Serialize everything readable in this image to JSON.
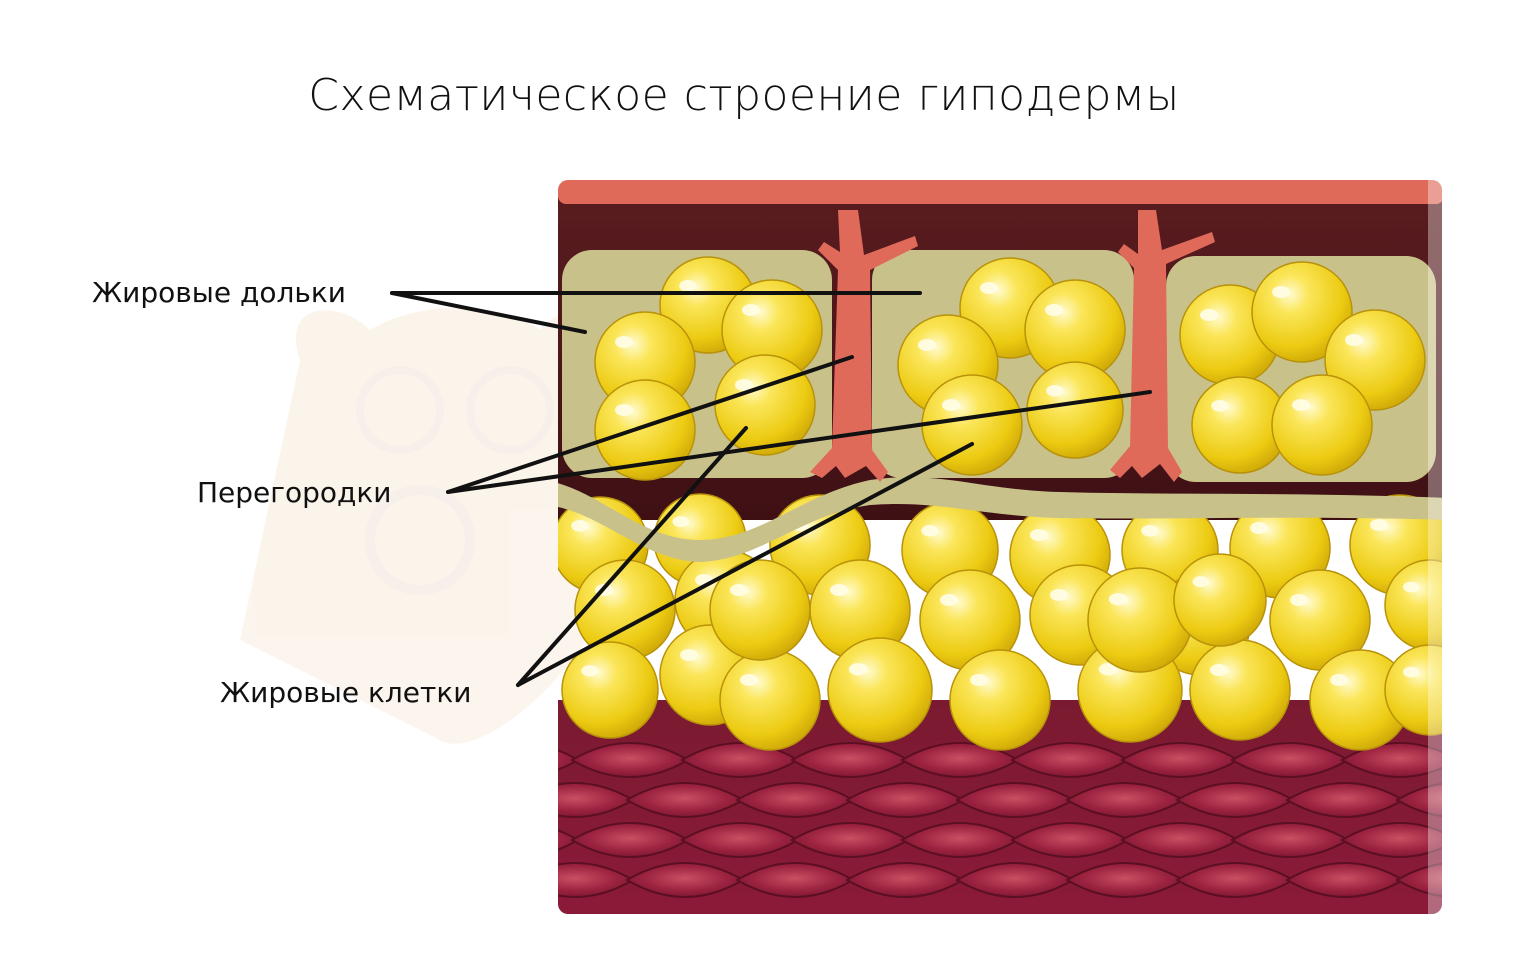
{
  "title": "Схематическое строение гиподермы",
  "labels": {
    "fat_lobules": "Жировые дольки",
    "septa": "Перегородки",
    "fat_cells": "Жировые клетки"
  },
  "colors": {
    "epidermis": "#e06a5a",
    "dermis": "#4a1418",
    "lobule": "#c9c18a",
    "septum": "#e06a5a",
    "fat_cell": "#f2d21c",
    "fat_cell_highlight": "#fff6b0",
    "muscle": "#8e1f3a",
    "muscle_bg": "#6e1428"
  }
}
